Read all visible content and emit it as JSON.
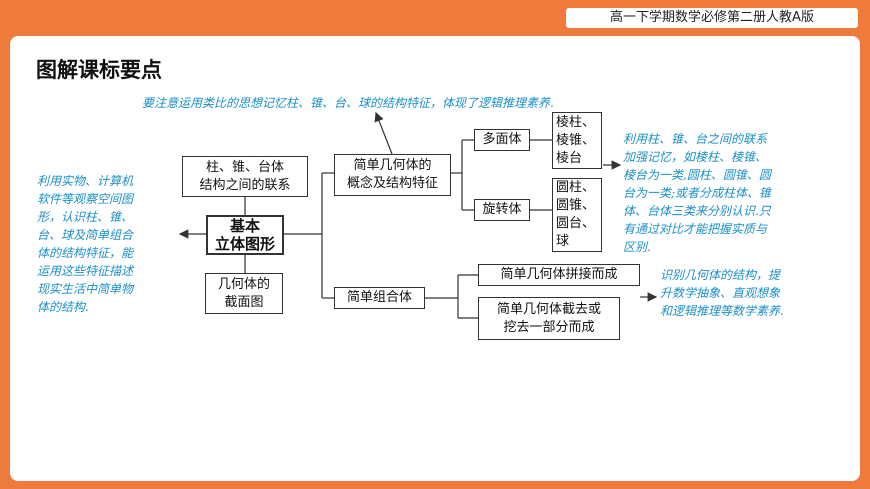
{
  "header": {
    "text": "高一下学期数学必修第二册人教A版"
  },
  "page_title": "图解课标要点",
  "nodes": {
    "root": "基本\n立体图形",
    "relation": "柱、锥、台体\n结构之间的联系",
    "section": "几何体的\n截面图",
    "simple": "简单几何体的\n概念及结构特征",
    "composite": "简单组合体",
    "polyhedron": "多面体",
    "rotation": "旋转体",
    "poly_list": "棱柱、\n棱锥、\n棱台",
    "rot_list": "圆柱、\n圆锥、\n圆台、\n球",
    "splice": "简单几何体拼接而成",
    "cut": "简单几何体截去或\n挖去一部分而成"
  },
  "notes": {
    "top": "要注意运用类比的思想记忆柱、锥、台、球的结构特征，体现了逻辑推理素养.",
    "left": "利用实物、计算机\n软件等观察空间图\n形，认识柱、锥、\n台、球及简单组合\n体的结构特征，能\n运用这些特征描述\n现实生活中简单物\n体的结构.",
    "right_top": "利用柱、锥、台之间的联系\n加强记忆，如棱柱、棱锥、\n棱台为一类,圆柱、圆锥、圆\n台为一类;或者分成柱体、锥\n体、台体三类来分别认识.只\n有通过对比才能把握实质与\n区别.",
    "right_bottom": "识别几何体的结构，提\n升数学抽象、直观想象\n和逻辑推理等数学素养."
  },
  "colors": {
    "background": "#ee7a3b",
    "note": "#1c8fc9",
    "line": "#333333"
  }
}
